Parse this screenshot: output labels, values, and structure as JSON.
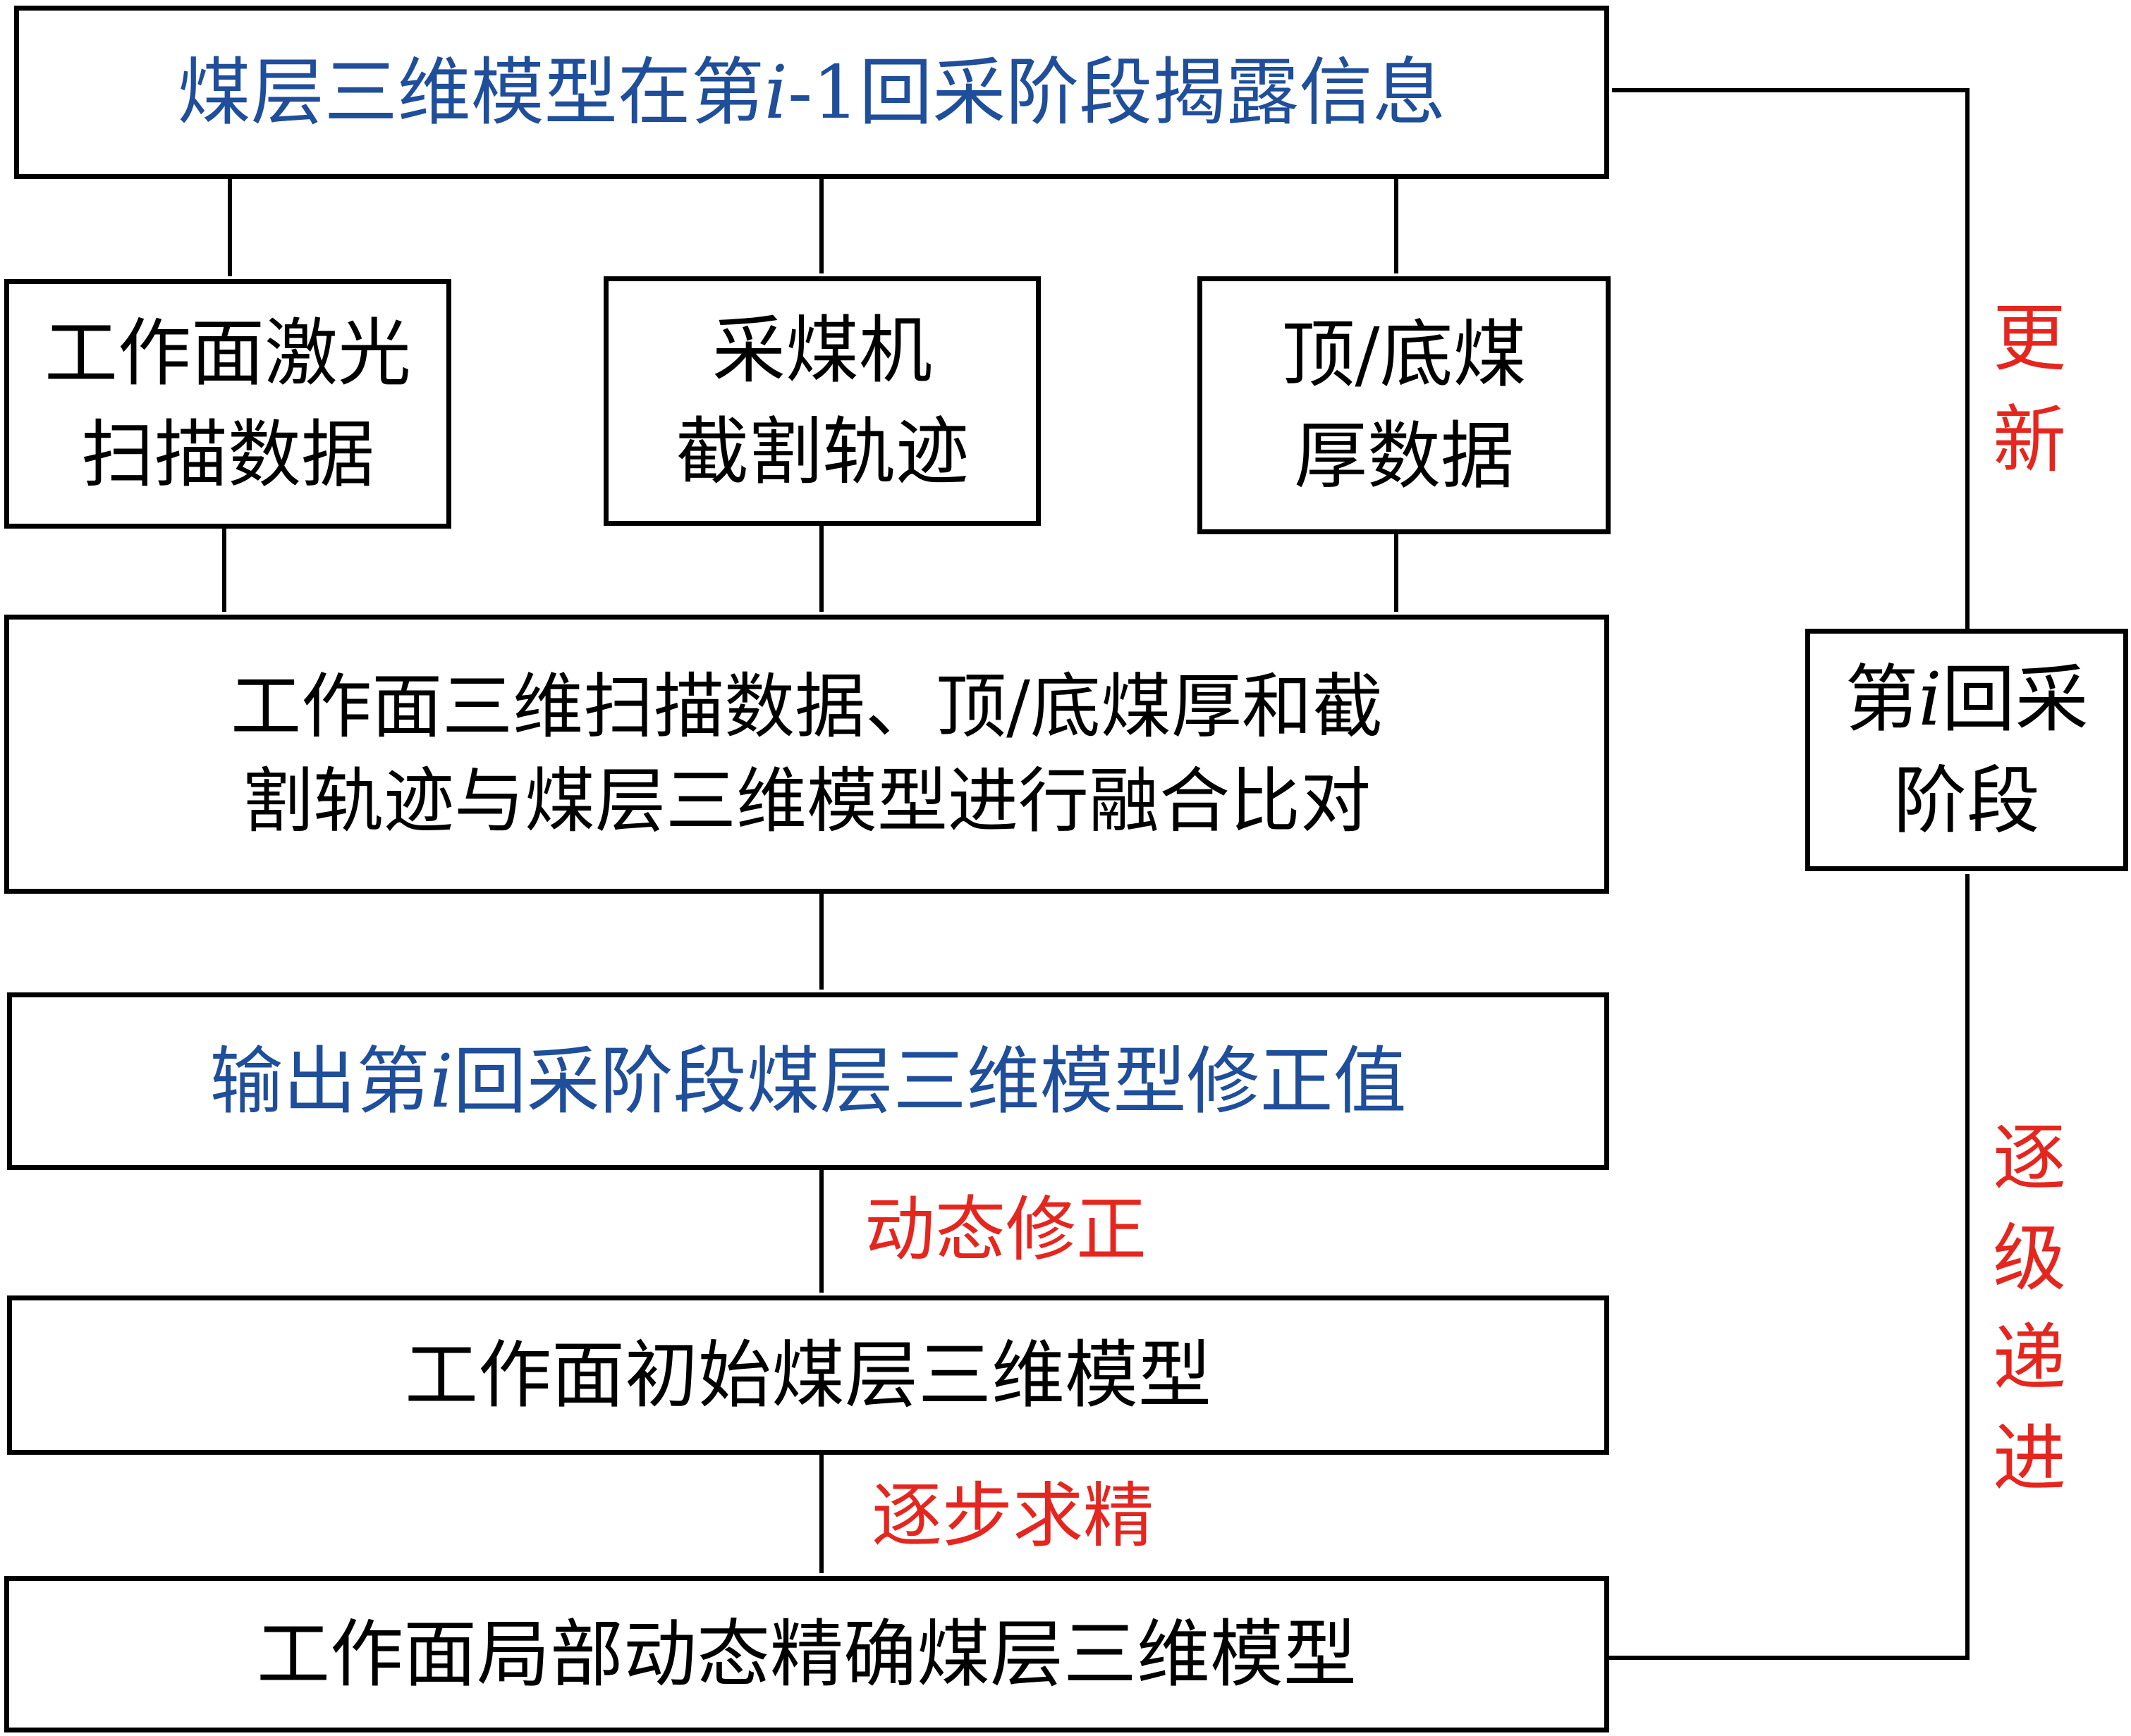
{
  "colors": {
    "stroke": "#000000",
    "blue_text": "#1f4e9a",
    "red_text": "#e5261f"
  },
  "nodes": {
    "top": {
      "pre": "煤层三维模型在第",
      "var": "i",
      "post": "-1回采阶段揭露信息"
    },
    "laser": {
      "line1": "工作面激光",
      "line2": "扫描数据"
    },
    "shearer": {
      "line1": "采煤机",
      "line2": "截割轨迹"
    },
    "thickness": {
      "line1": "顶/底煤",
      "line2": "厚数据"
    },
    "fusion": {
      "line1": "工作面三维扫描数据、顶/底煤厚和截",
      "line2": "割轨迹与煤层三维模型进行融合比对"
    },
    "output": {
      "pre": "输出第",
      "var": "i",
      "post": "回采阶段煤层三维模型修正值"
    },
    "initial": {
      "text": "工作面初始煤层三维模型"
    },
    "local": {
      "text": "工作面局部动态精确煤层三维模型"
    },
    "stage": {
      "line1_pre": "第",
      "line1_var": "i",
      "line1_post": "回采",
      "line2": "阶段"
    }
  },
  "edge_labels": {
    "dynamic_correction": "动态修正",
    "stepwise_refine": "逐步求精",
    "update": [
      "更",
      "新"
    ],
    "progressive": [
      "逐",
      "级",
      "递",
      "进"
    ]
  }
}
